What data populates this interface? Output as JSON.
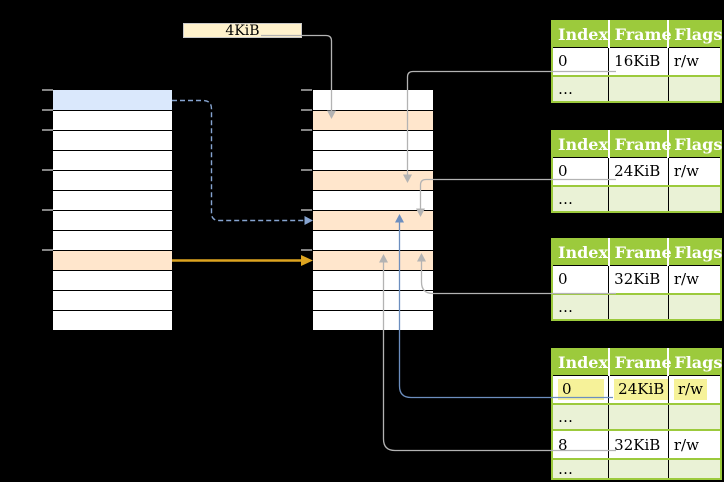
{
  "page_size_label": {
    "text": "4KiB"
  },
  "stacks": {
    "virtual": {
      "label": "virtual-memory-stack",
      "row_fills": [
        "blue",
        "white",
        "white",
        "white",
        "white",
        "white",
        "white",
        "white",
        "orange",
        "white",
        "white",
        "white"
      ]
    },
    "physical": {
      "label": "physical-memory-stack",
      "row_fills": [
        "white",
        "orange",
        "white",
        "white",
        "orange",
        "white",
        "orange",
        "white",
        "orange",
        "white",
        "white",
        "white"
      ]
    }
  },
  "tables": [
    {
      "name": "page-table-1",
      "columns": [
        "Index",
        "Frame",
        "Flags"
      ],
      "rows": [
        {
          "cells": [
            "0",
            "16KiB",
            "r/w"
          ],
          "shaded": false,
          "highlighted": false
        },
        {
          "cells": [
            "…",
            "",
            ""
          ],
          "shaded": true,
          "highlighted": false
        }
      ]
    },
    {
      "name": "page-table-2",
      "columns": [
        "Index",
        "Frame",
        "Flags"
      ],
      "rows": [
        {
          "cells": [
            "0",
            "24KiB",
            "r/w"
          ],
          "shaded": false,
          "highlighted": false
        },
        {
          "cells": [
            "…",
            "",
            ""
          ],
          "shaded": true,
          "highlighted": false
        }
      ]
    },
    {
      "name": "page-table-3",
      "columns": [
        "Index",
        "Frame",
        "Flags"
      ],
      "rows": [
        {
          "cells": [
            "0",
            "32KiB",
            "r/w"
          ],
          "shaded": false,
          "highlighted": false
        },
        {
          "cells": [
            "…",
            "",
            ""
          ],
          "shaded": true,
          "highlighted": false
        }
      ]
    },
    {
      "name": "page-table-4",
      "columns": [
        "Index",
        "Frame",
        "Flags"
      ],
      "rows": [
        {
          "cells": [
            "0",
            "24KiB",
            "r/w"
          ],
          "shaded": false,
          "highlighted": true
        },
        {
          "cells": [
            "…",
            "",
            ""
          ],
          "shaded": true,
          "highlighted": false
        },
        {
          "cells": [
            "8",
            "32KiB",
            "r/w"
          ],
          "shaded": false,
          "highlighted": false
        },
        {
          "cells": [
            "…",
            "",
            ""
          ],
          "shaded": true,
          "highlighted": false
        }
      ]
    }
  ],
  "arrows": [
    {
      "name": "page-size-to-frame",
      "color": "arrow_gray",
      "style": "solid"
    },
    {
      "name": "table1-frame-pointer",
      "color": "arrow_gray",
      "style": "solid"
    },
    {
      "name": "table2-frame-pointer",
      "color": "arrow_gray",
      "style": "solid"
    },
    {
      "name": "table3-frame-pointer",
      "color": "arrow_gray",
      "style": "solid"
    },
    {
      "name": "table4-row0-frame-pointer",
      "color": "arrow_blue",
      "style": "solid"
    },
    {
      "name": "table4-row8-frame-pointer",
      "color": "arrow_gray",
      "style": "solid"
    },
    {
      "name": "virtual-page0-translation",
      "color": "arrow_blue_dashed",
      "style": "dashed"
    },
    {
      "name": "virtual-page8-translation",
      "color": "arrow_orange",
      "style": "solid"
    }
  ],
  "colors": {
    "row_white": "#ffffff",
    "row_blue": "#dae8fc",
    "row_orange": "#ffe6cc",
    "box_yellow": "#fff2cc",
    "table_header_green": "#9cca3c",
    "table_row_green": "#eaf2d6",
    "highlight_yellow": "#f6f299",
    "tick_gray": "#848484",
    "arrow_gray": "#b3b3b3",
    "arrow_blue": "#6c8ebf",
    "arrow_blue_dashed": "#86a4d0",
    "arrow_orange": "#dda420"
  }
}
